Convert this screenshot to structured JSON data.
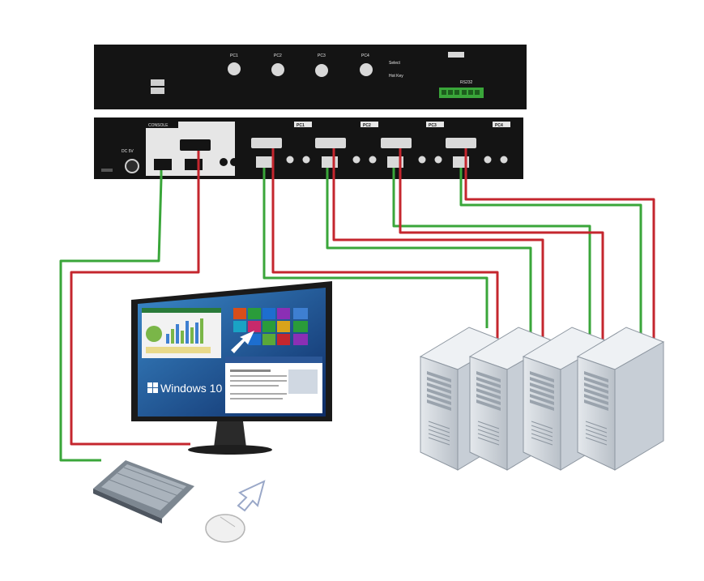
{
  "front_panel": {
    "port_labels": [
      "PC1",
      "PC2",
      "PC3",
      "PC4"
    ],
    "side_labels": [
      "Select",
      "Hot Key"
    ],
    "brand": "",
    "model_text": "",
    "usb_label": "",
    "rs232_label": "RS232"
  },
  "rear_panel": {
    "console_label": "CONSOLE",
    "pc_labels": [
      "PC1",
      "PC2",
      "PC3",
      "PC4"
    ],
    "power_label": "DC 5V"
  },
  "monitor": {
    "os_text": "Windows 10"
  },
  "colors": {
    "usb_cable": "#3aa63a",
    "video_cable": "#c4262e",
    "chassis": "#151515",
    "server_body": "#d5dbe2"
  }
}
